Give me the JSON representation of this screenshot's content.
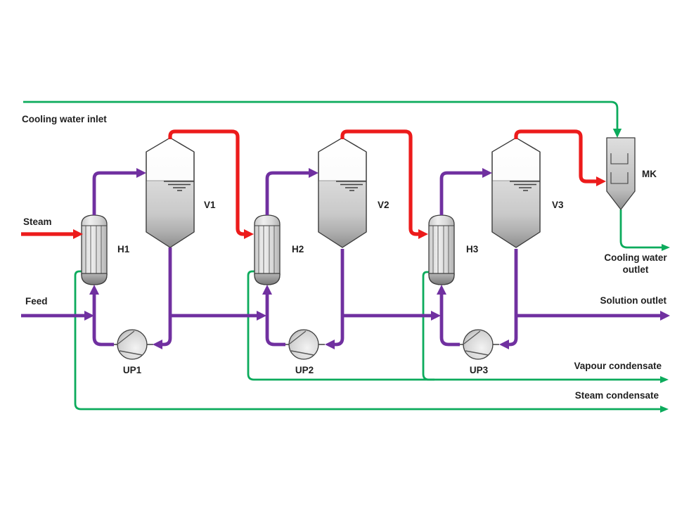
{
  "diagram_type": "process-flow-diagram",
  "colors": {
    "cooling_water": "#0cab5c",
    "steam_vapour": "#ec1b1b",
    "solution": "#7030a0",
    "ink": "#1f1f1f",
    "outline": "#3d3d3d"
  },
  "streams": {
    "cooling_water_inlet": "Cooling water inlet",
    "steam": "Steam",
    "feed": "Feed",
    "solution_outlet": "Solution outlet",
    "vapour_condensate": "Vapour condensate",
    "steam_condensate": "Steam condensate",
    "cooling_water_outlet_line1": "Cooling water",
    "cooling_water_outlet_line2": "outlet"
  },
  "equipment": {
    "heat_exchangers": [
      "H1",
      "H2",
      "H3"
    ],
    "vessels": [
      "V1",
      "V2",
      "V3"
    ],
    "pumps": [
      "UP1",
      "UP2",
      "UP3"
    ],
    "condenser": "MK"
  }
}
